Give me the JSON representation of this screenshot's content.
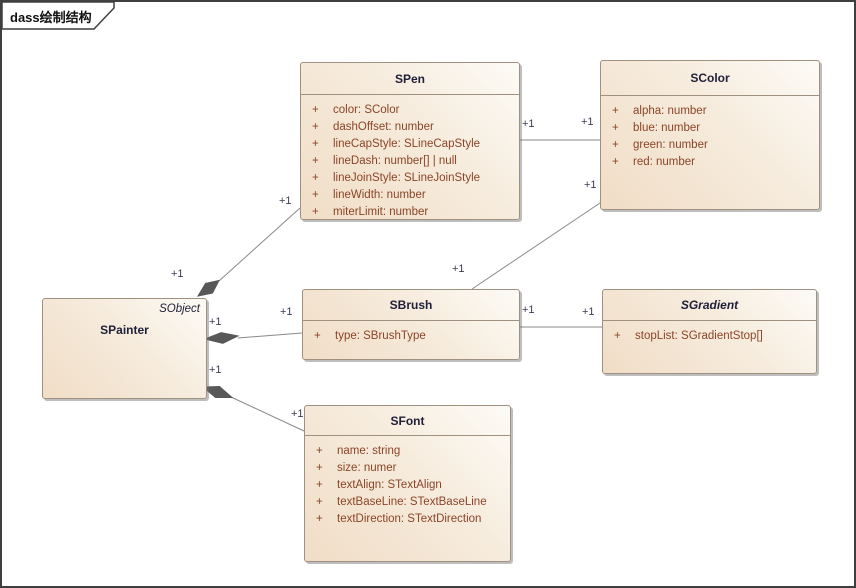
{
  "frame": {
    "title": "dass绘制结构"
  },
  "classes": {
    "spainter": {
      "stereotype": "SObject",
      "name": "SPainter"
    },
    "spen": {
      "name": "SPen",
      "attributes": [
        {
          "vis": "+",
          "text": "color: SColor"
        },
        {
          "vis": "+",
          "text": "dashOffset: number"
        },
        {
          "vis": "+",
          "text": "lineCapStyle: SLineCapStyle"
        },
        {
          "vis": "+",
          "text": "lineDash: number[] | null"
        },
        {
          "vis": "+",
          "text": "lineJoinStyle: SLineJoinStyle"
        },
        {
          "vis": "+",
          "text": "lineWidth: number"
        },
        {
          "vis": "+",
          "text": "miterLimit: number"
        }
      ]
    },
    "scolor": {
      "name": "SColor",
      "attributes": [
        {
          "vis": "+",
          "text": "alpha: number"
        },
        {
          "vis": "+",
          "text": "blue: number"
        },
        {
          "vis": "+",
          "text": "green: number"
        },
        {
          "vis": "+",
          "text": "red: number"
        }
      ]
    },
    "sbrush": {
      "name": "SBrush",
      "attributes": [
        {
          "vis": "+",
          "text": "type: SBrushType"
        }
      ]
    },
    "sgradient": {
      "name": "SGradient",
      "attributes": [
        {
          "vis": "+",
          "text": "stopList: SGradientStop[]"
        }
      ]
    },
    "sfont": {
      "name": "SFont",
      "attributes": [
        {
          "vis": "+",
          "text": "name: string"
        },
        {
          "vis": "+",
          "text": "size: numer"
        },
        {
          "vis": "+",
          "text": "textAlign: STextAlign"
        },
        {
          "vis": "+",
          "text": "textBaseLine: STextBaseLine"
        },
        {
          "vis": "+",
          "text": "textDirection: STextDirection"
        }
      ]
    }
  },
  "connectors": {
    "painter_pen": {
      "source_label": "+1",
      "target_label": "+1"
    },
    "painter_brush": {
      "source_label": "+1",
      "target_label": "+1"
    },
    "painter_font": {
      "source_label": "+1",
      "target_label": "+1"
    },
    "pen_color": {
      "source_label": "+1",
      "target_label": "+1"
    },
    "brush_color": {
      "source_label": "+1",
      "target_label": "+1"
    },
    "brush_gradient": {
      "source_label": "+1",
      "target_label": "+1"
    }
  },
  "colors": {
    "box_fill_light": "#fdfbf6",
    "box_fill_tan": "#f0ddc6",
    "box_border": "#a09080",
    "header_text": "#20203a",
    "attribute_text": "#8b4427",
    "multiplicity_text": "#3a3a52",
    "connector_line": "#8a8a8a",
    "diamond_fill": "#585858",
    "frame_border": "#3f3f3f"
  }
}
